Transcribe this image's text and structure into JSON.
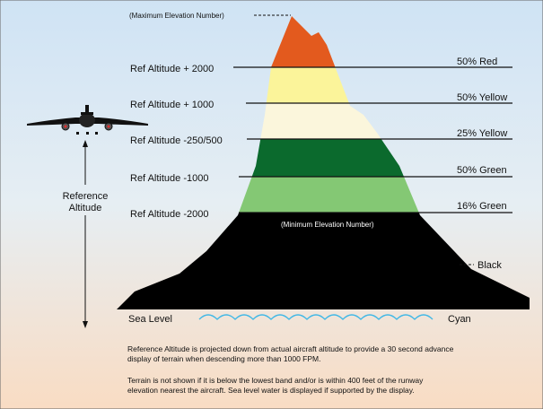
{
  "labels": {
    "max_elevation": "(Maximum Elevation Number)",
    "min_elevation": "(Minimum Elevation Number)",
    "reference_altitude_line1": "Reference",
    "reference_altitude_line2": "Altitude",
    "sea_level": "Sea Level",
    "cyan": "Cyan",
    "black": "Black"
  },
  "left_labels": [
    "Ref Altitude + 2000",
    "Ref Altitude + 1000",
    "Ref Altitude -250/500",
    "Ref Altitude -1000",
    "Ref Altitude -2000"
  ],
  "right_labels": [
    "50% Red",
    "50% Yellow",
    "25% Yellow",
    "50% Green",
    "16% Green"
  ],
  "notes": [
    "Reference Altitude is projected down from actual aircraft altitude to provide a 30 second advance",
    "display of terrain when descending more than 1000 FPM.",
    "Terrain is not shown if it is below the lowest band and/or is within 400 feet of the runway",
    "elevation nearest the aircraft. Sea level water is displayed if supported by the display."
  ],
  "colors": {
    "red_band": "#e35a1e",
    "yellow_band": "#fbf49a",
    "light_yellow_band": "#fbf6dc",
    "dark_green_band": "#0b6a2d",
    "light_green_band": "#84c874",
    "terrain_black": "#000000",
    "water_cyan": "#3fb7e6"
  }
}
